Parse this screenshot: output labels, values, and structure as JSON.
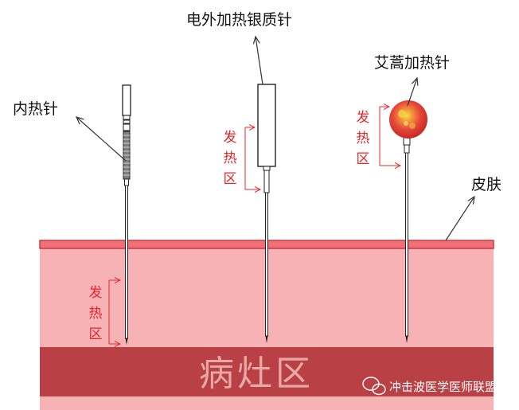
{
  "labels": {
    "inner": "内热针",
    "electric": "电外加热银质针",
    "moxa": "艾蒿加热针",
    "skin": "皮肤",
    "heat_zone": [
      "发",
      "热",
      "区"
    ],
    "lesion": "病灶区"
  },
  "watermark": {
    "text": "冲击波医学医师联盟",
    "icon": "wechat-icon"
  },
  "colors": {
    "skin_top": "#e04a52",
    "tissue": "#f7b2b6",
    "lesion": "#b94045",
    "heat_text": "#e8262a",
    "moxa_ball": "#e8463a"
  }
}
